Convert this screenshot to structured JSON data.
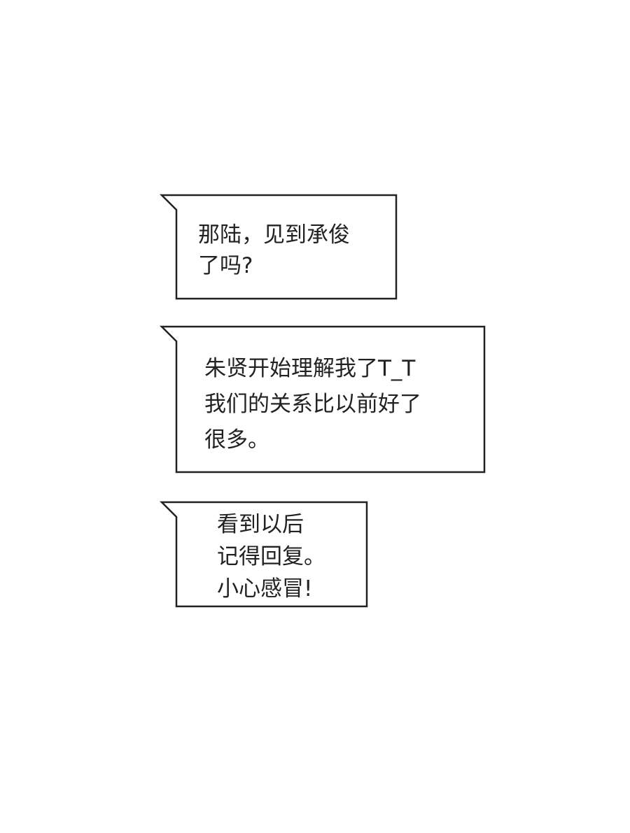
{
  "bubbles": [
    {
      "lines": [
        "那陆，见到承俊",
        "了吗?"
      ]
    },
    {
      "lines": [
        "朱贤开始理解我了T_T",
        "我们的关系比以前好了",
        "很多。"
      ]
    },
    {
      "lines": [
        "看到以后",
        "记得回复。",
        "小心感冒!"
      ]
    }
  ],
  "colors": {
    "stroke": "#222222",
    "background": "#ffffff"
  }
}
